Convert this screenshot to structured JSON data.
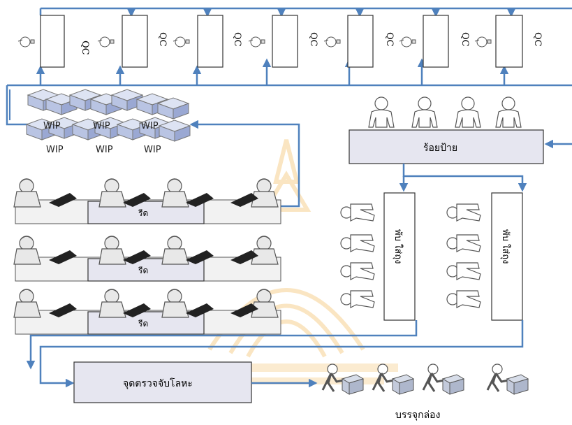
{
  "qc_label": "QC",
  "wip_label": "WIP",
  "iron_station_label": "รีด",
  "tag_station_label": "ร้อยป้าย",
  "fold_station_label": "พับ ใส่ถุง",
  "metal_check_label": "จุดตรวจจับโลหะ",
  "packing_label": "บรรจุกล่อง",
  "watermark_icon": "university-seal-icon",
  "colors": {
    "flow_arrow": "#4f81bd",
    "station_fill": "#e6e6f0",
    "watermark": "#f5c77a"
  }
}
